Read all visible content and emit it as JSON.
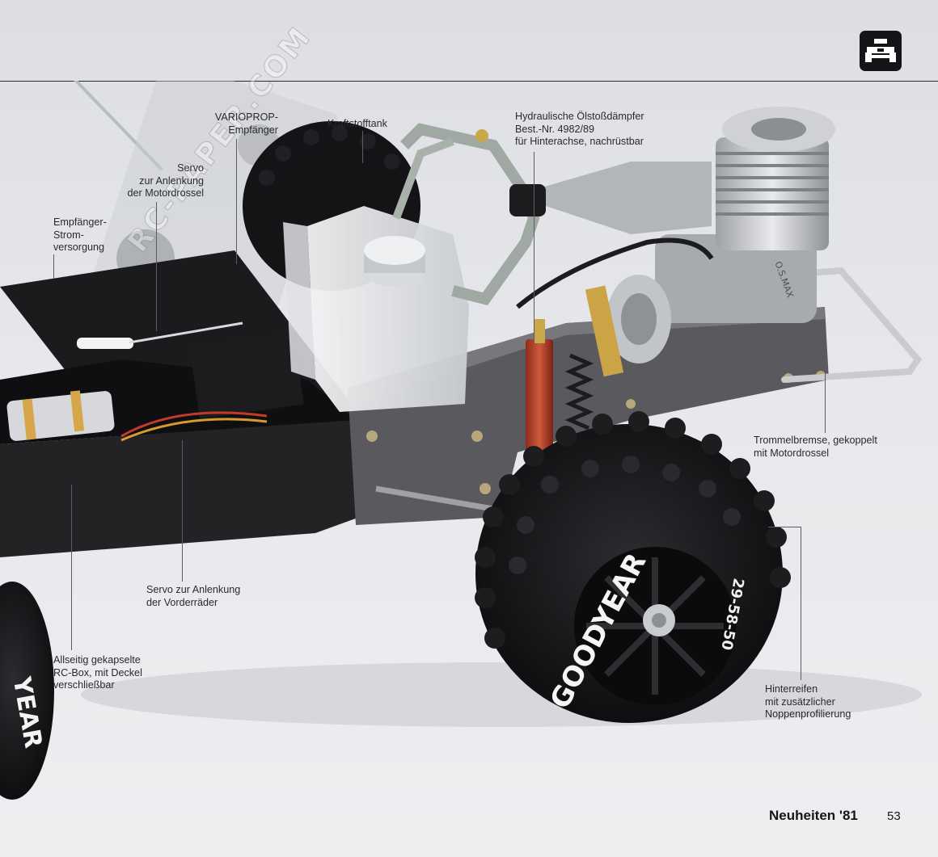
{
  "labels": {
    "empfaenger": "VARIOPROP-\nEmpfänger",
    "kraftstofftank": "Kraftstofftank",
    "daempfer": "Hydraulische Ölstoßdämpfer\nBest.-Nr. 4982/89\nfür Hinterachse, nachrüstbar",
    "servo_motor": "Servo\nzur Anlenkung\nder Motordrossel",
    "stromversorgung": "Empfänger-\nStrom-\nversorgung",
    "trommelbremse": "Trommelbremse, gekoppelt\nmit Motordrossel",
    "servo_vorder": "Servo zur Anlenkung\nder Vorderräder",
    "rcbox": "Allseitig gekapselte\nRC-Box, mit Deckel\nverschließbar",
    "hinterreifen": "Hinterreifen\nmit zusätzlicher\nNoppenprofilierung"
  },
  "tire": {
    "brand_main": "GOODYEAR",
    "brand_front": "YEAR",
    "size": "29-58-50"
  },
  "engine_mark": "O.S.MAX",
  "watermark": "RC-PAPER.COM",
  "footer": {
    "section": "Neuheiten '81",
    "page": "53"
  },
  "colors": {
    "page_bg": "#e4e6e9",
    "ink": "#1b1b1d",
    "chassis": "#58585c",
    "tire": "#141416"
  }
}
